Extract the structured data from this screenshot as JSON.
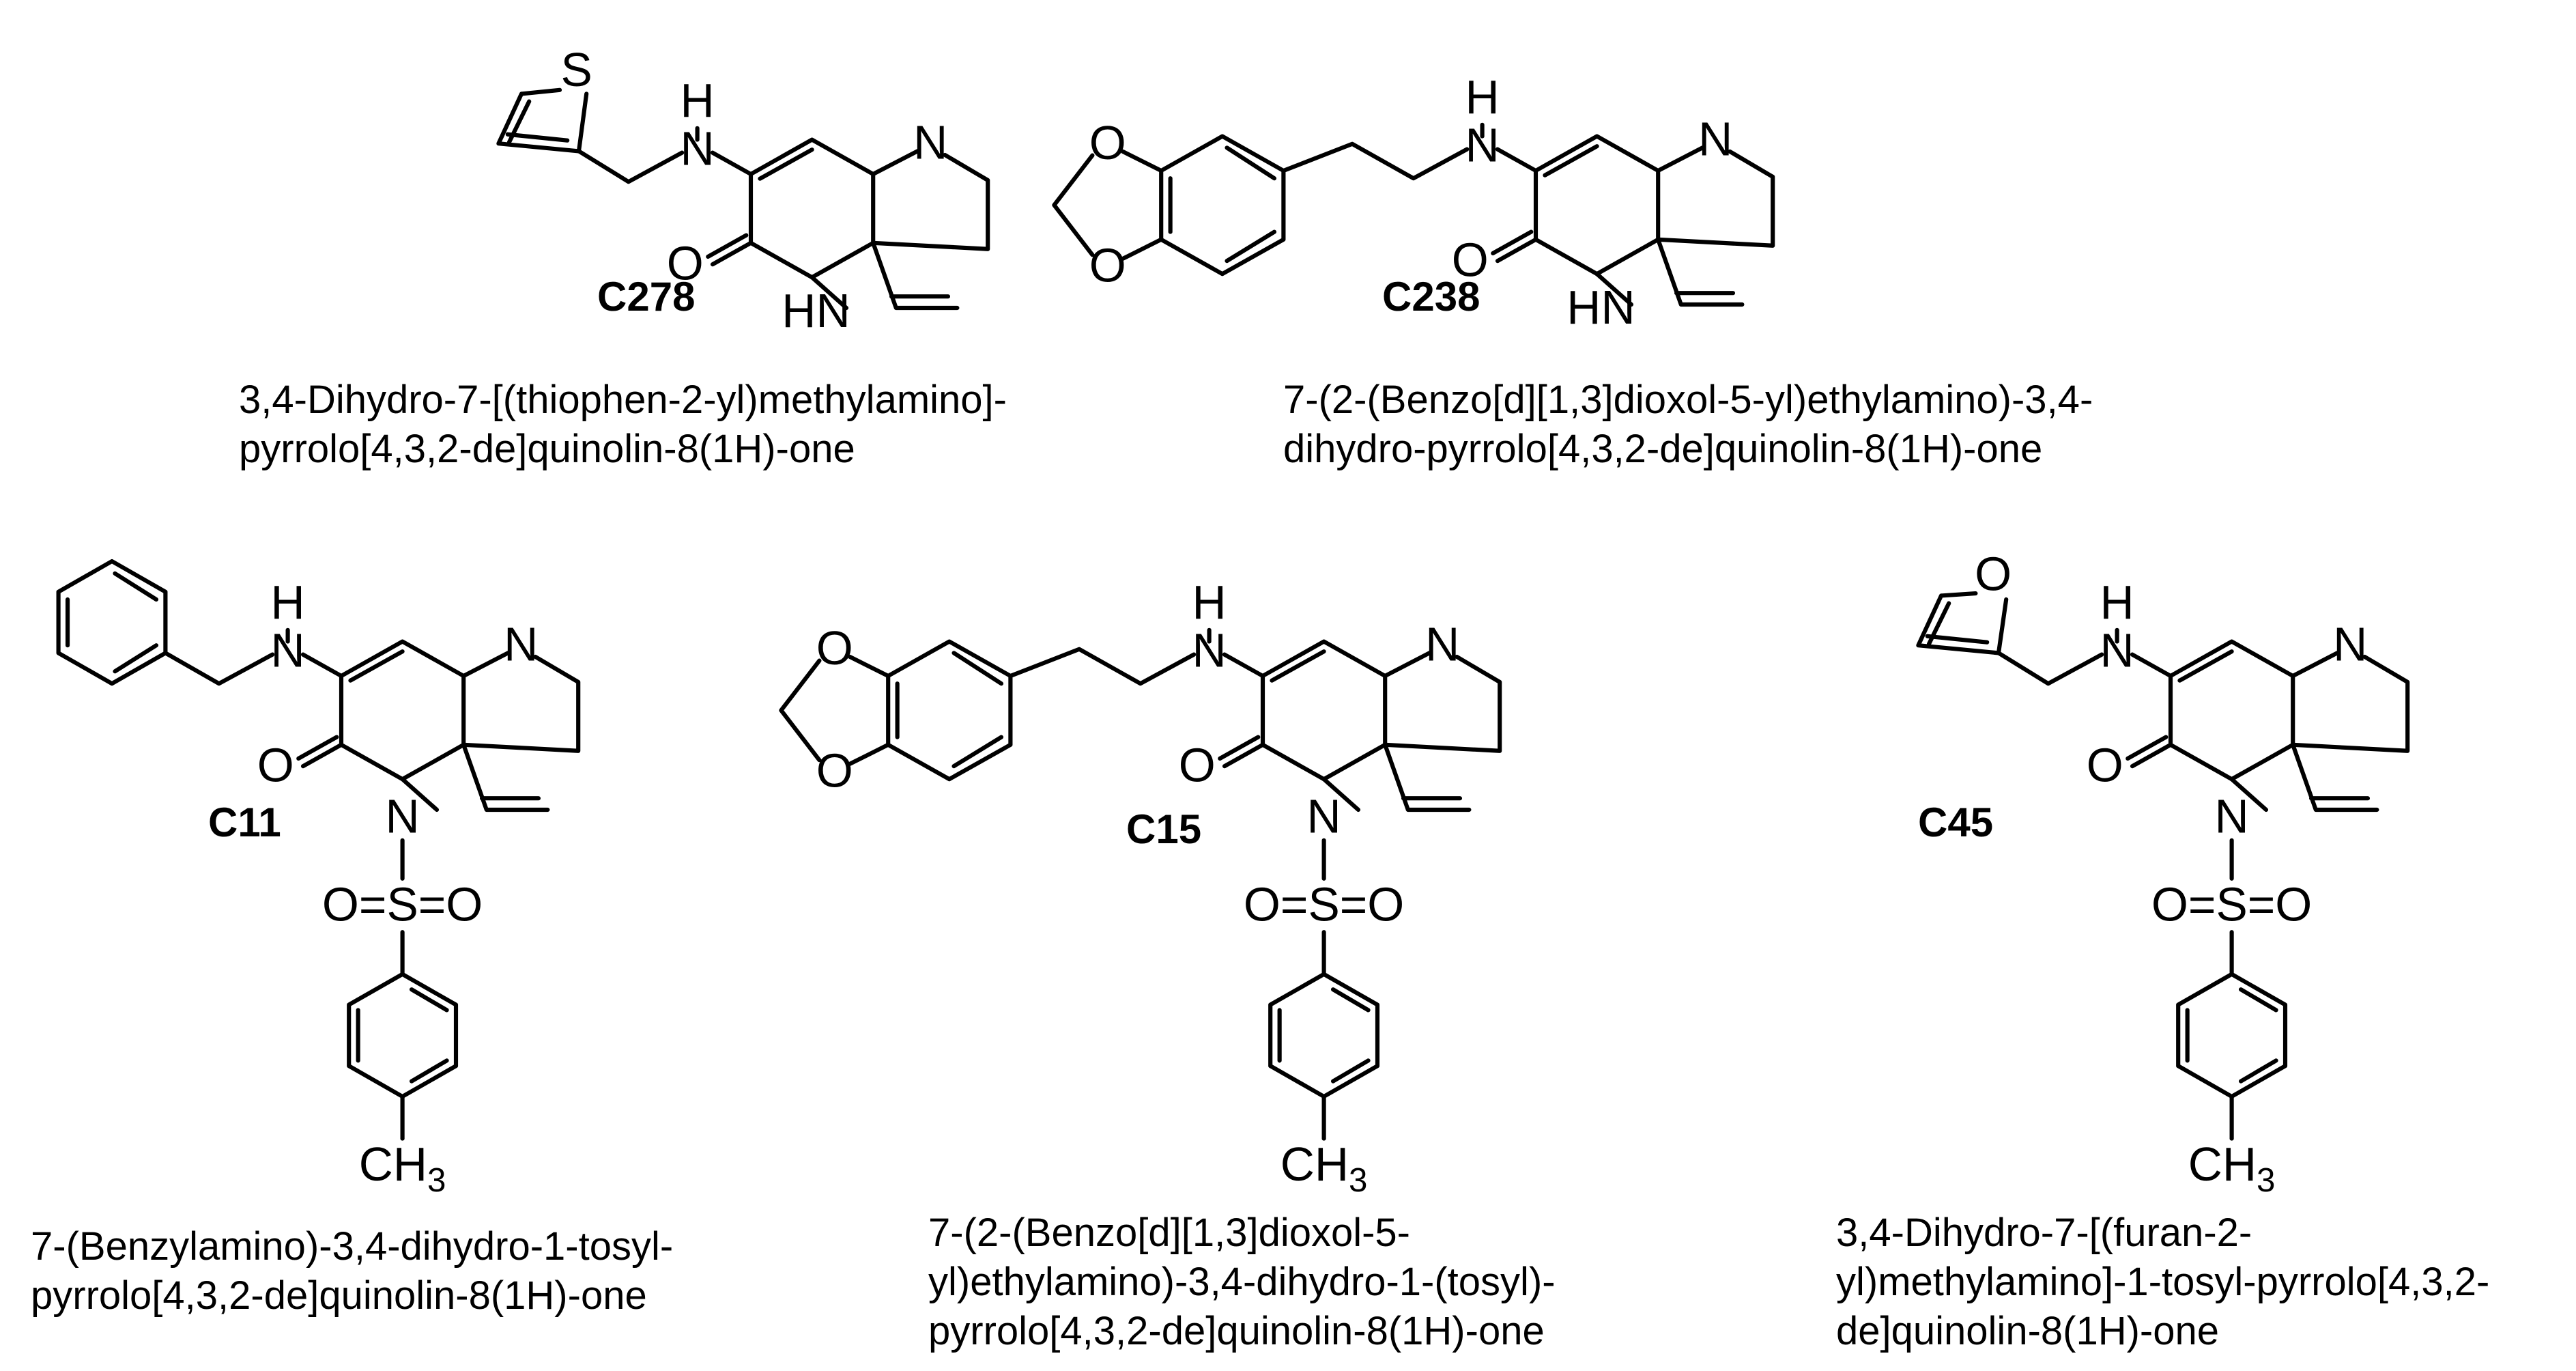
{
  "atoms": {
    "nitrogen": "N",
    "oxygen": "O",
    "sulfur": "S",
    "hydrogen": "H",
    "amine_nh": "HN",
    "sulfonyl": "O=S=O",
    "methyl": "CH",
    "methyl_sub": "3"
  },
  "compounds": [
    {
      "code": "C278",
      "name_lines": [
        "3,4-Dihydro-7-[(thiophen-2-yl)methylamino]-",
        "pyrrolo[4,3,2-de]quinolin-8(1H)-one"
      ]
    },
    {
      "code": "C238",
      "name_lines": [
        "7-(2-(Benzo[d][1,3]dioxol-5-yl)ethylamino)-3,4-",
        "dihydro-pyrrolo[4,3,2-de]quinolin-8(1H)-one"
      ]
    },
    {
      "code": "C11",
      "name_lines": [
        "7-(Benzylamino)-3,4-dihydro-1-tosyl-",
        "pyrrolo[4,3,2-de]quinolin-8(1H)-one"
      ]
    },
    {
      "code": "C15",
      "name_lines": [
        "7-(2-(Benzo[d][1,3]dioxol-5-",
        "yl)ethylamino)-3,4-dihydro-1-(tosyl)-",
        "pyrrolo[4,3,2-de]quinolin-8(1H)-one"
      ]
    },
    {
      "code": "C45",
      "name_lines": [
        "3,4-Dihydro-7-[(furan-2-",
        "yl)methylamino]-1-tosyl-pyrrolo[4,3,2-",
        "de]quinolin-8(1H)-one"
      ]
    }
  ]
}
